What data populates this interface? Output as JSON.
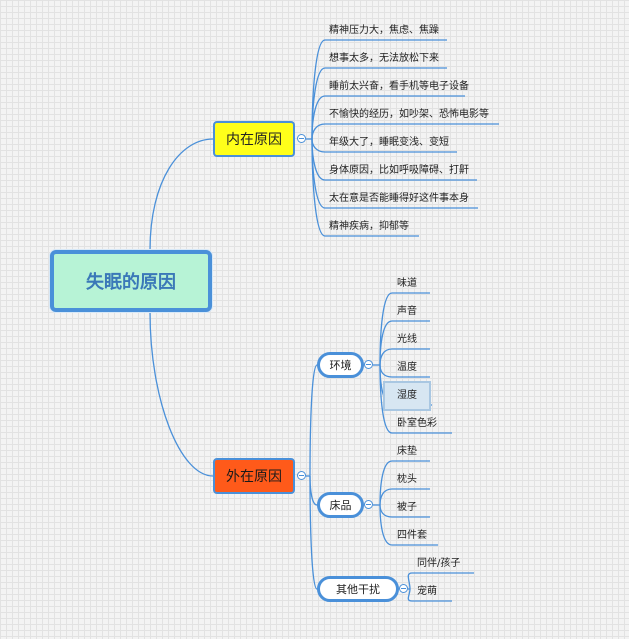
{
  "root": "失眠的原因",
  "internal": {
    "label": "内在原因",
    "items": [
      "精神压力大，焦虑、焦躁",
      "想事太多，无法放松下来",
      "睡前太兴奋，看手机等电子设备",
      "不愉快的经历，如吵架、恐怖电影等",
      "年级大了，睡眠变浅、变短",
      "身体原因，比如呼吸障碍、打鼾",
      "太在意是否能睡得好这件事本身",
      "精神疾病，抑郁等"
    ]
  },
  "external": {
    "label": "外在原因",
    "groups": [
      {
        "label": "环境",
        "items": [
          "味道",
          "声音",
          "光线",
          "温度",
          "湿度",
          "卧室色彩"
        ]
      },
      {
        "label": "床品",
        "items": [
          "床垫",
          "枕头",
          "被子",
          "四件套"
        ]
      },
      {
        "label": "其他干扰",
        "items": [
          "同伴/孩子",
          "宠萌"
        ]
      }
    ]
  },
  "colors": {
    "line": "#4a90d9",
    "root_fill": "#b7f3d6",
    "internal_fill": "#ffff1a",
    "external_fill": "#ff5a1a"
  }
}
